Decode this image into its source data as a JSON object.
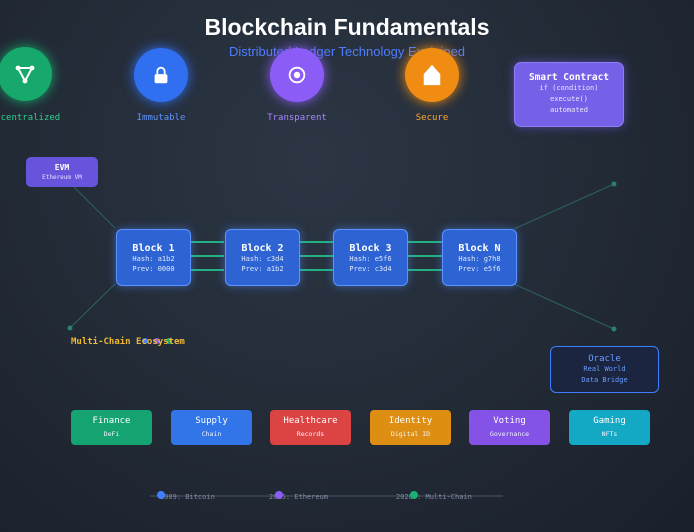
{
  "title": "Blockchain Fundamentals",
  "subtitle": "Distributed Ledger Technology Explained",
  "features": [
    {
      "label": "Decentralized",
      "icon": "network-icon",
      "color": "#17a86b",
      "text_color": "#2fd18b"
    },
    {
      "label": "Immutable",
      "icon": "lock-icon",
      "color": "#2f6ff0",
      "text_color": "#5e93ff"
    },
    {
      "label": "Transparent",
      "icon": "eye-icon",
      "color": "#8b5cf6",
      "text_color": "#a985ff"
    },
    {
      "label": "Secure",
      "icon": "shield-icon",
      "color": "#f08c12",
      "text_color": "#ffa733"
    }
  ],
  "smart_contract": {
    "title": "Smart Contract",
    "lines": [
      "if (condition)",
      "execute()",
      "automated"
    ]
  },
  "evm": {
    "title": "EVM",
    "subtitle": "Ethereum VM"
  },
  "blocks": [
    {
      "title": "Block 1",
      "hash": "Hash: a1b2",
      "prev": "Prev: 0000"
    },
    {
      "title": "Block 2",
      "hash": "Hash: c3d4",
      "prev": "Prev: a1b2"
    },
    {
      "title": "Block 3",
      "hash": "Hash: e5f6",
      "prev": "Prev: c3d4"
    },
    {
      "title": "Block N",
      "hash": "Hash: g7h8",
      "prev": "Prev: e5f6"
    }
  ],
  "multi_chain_label": "Multi-Chain Ecosystem",
  "oracle": {
    "title": "Oracle",
    "lines": [
      "Real World",
      "Data Bridge"
    ]
  },
  "applications": [
    {
      "title": "Finance",
      "subtitle": "DeFi",
      "color": "#16a372"
    },
    {
      "title": "Supply",
      "subtitle": "Chain",
      "color": "#3275e8"
    },
    {
      "title": "Healthcare",
      "subtitle": "Records",
      "color": "#dc4343"
    },
    {
      "title": "Identity",
      "subtitle": "Digital ID",
      "color": "#de8e12"
    },
    {
      "title": "Voting",
      "subtitle": "Governance",
      "color": "#8452e6"
    },
    {
      "title": "Gaming",
      "subtitle": "NFTs",
      "color": "#13a9c4"
    }
  ],
  "timeline": [
    {
      "label": "2009: Bitcoin",
      "color": "#3f7fff"
    },
    {
      "label": "2015: Ethereum",
      "color": "#8b5cf6"
    },
    {
      "label": "2020+: Multi-Chain",
      "color": "#19b173"
    }
  ]
}
